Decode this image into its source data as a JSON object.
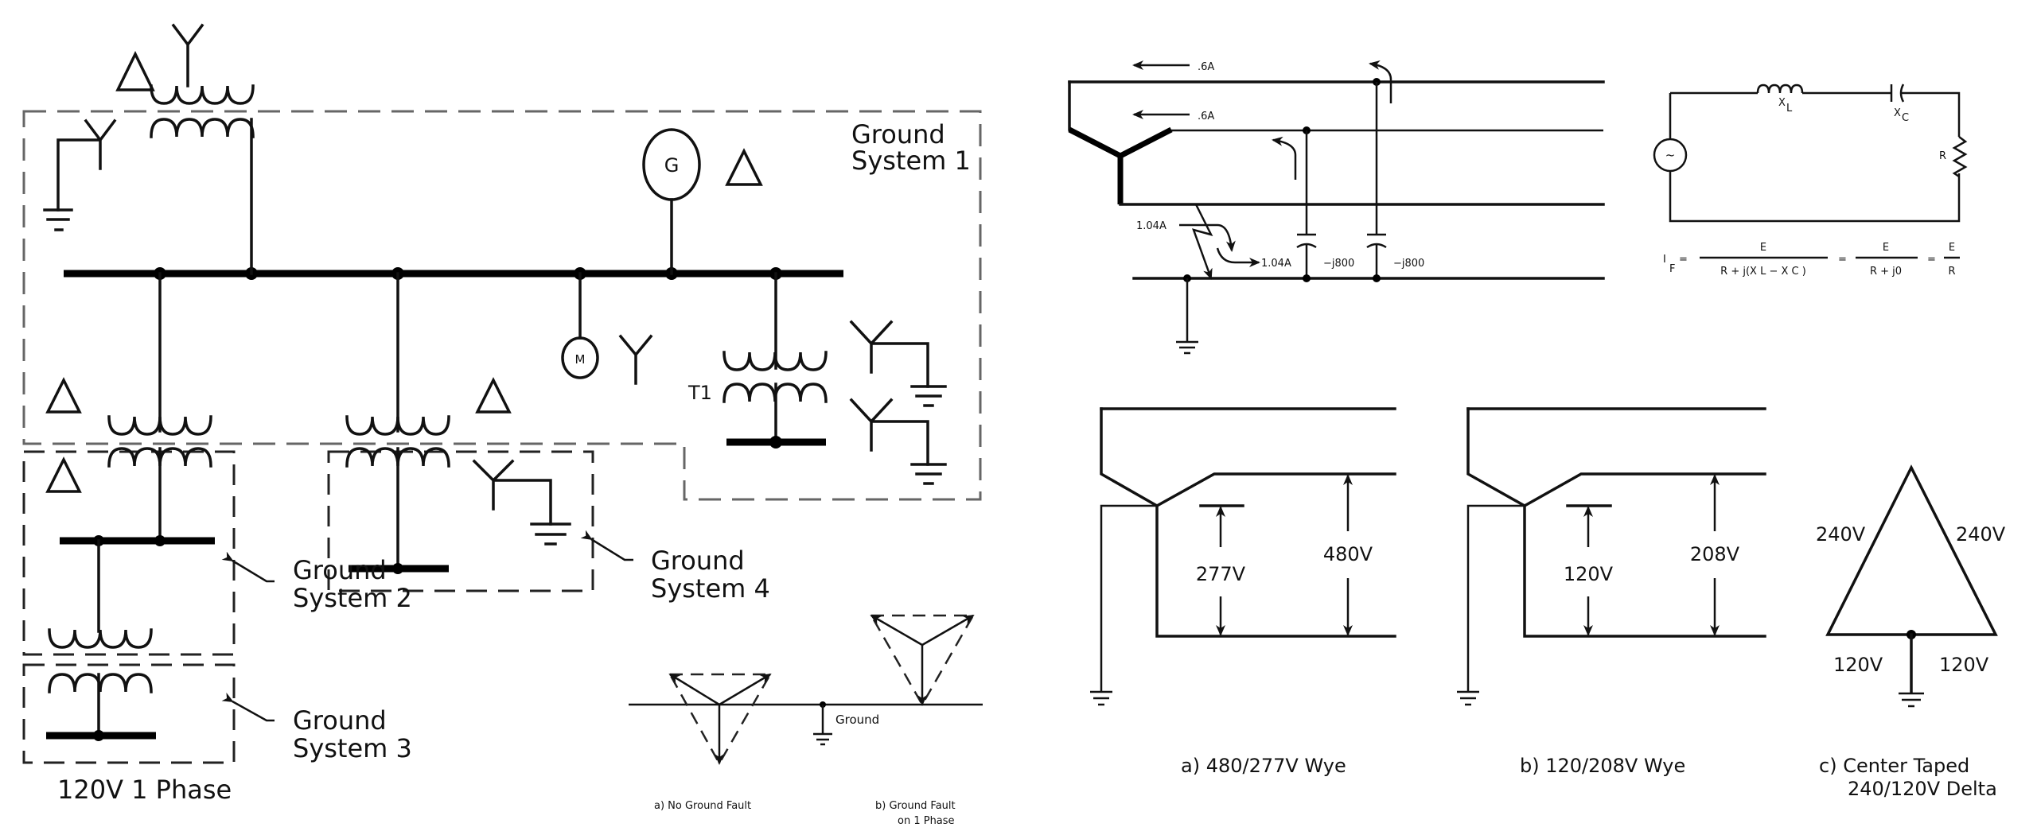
{
  "panel_ground_systems": {
    "ground_system_1": [
      "Ground",
      "System  1"
    ],
    "ground_system_2": [
      "Ground",
      "System  2"
    ],
    "ground_system_3": [
      "Ground",
      "System  3"
    ],
    "ground_system_4": [
      "Ground",
      "System  4"
    ],
    "generator_label": "G",
    "motor_label": "M",
    "transformer_label": "T1",
    "single_phase_label": "120V  1  Phase"
  },
  "panel_phasor": {
    "ground_label": "Ground",
    "caption_a": "a)  No  Ground  Fault",
    "caption_b_line1": "b)  Ground  Fault",
    "caption_b_line2": "on  1  Phase"
  },
  "panel_fault_current": {
    "current_top": ".6A",
    "current_mid": ".6A",
    "fault_in": "1.04A",
    "fault_out": "1.04A",
    "cap_1": "−j800",
    "cap_2": "−j800"
  },
  "panel_series_circuit": {
    "source_symbol": "~",
    "inductor_label": "X",
    "inductor_sub": "L",
    "capacitor_label": "X",
    "capacitor_sub": "C",
    "resistor_label": "R",
    "formula_lhs": "I",
    "formula_lhs_sub": "F",
    "eq": "=",
    "num1": "E",
    "den1": "R  +  j(X  L −  X  C )",
    "num2": "E",
    "den2": "R  +  j0",
    "num3": "E",
    "den3": "R"
  },
  "panel_wye_a": {
    "phase_voltage": "277V",
    "line_voltage": "480V",
    "caption": "a)  480/277V  Wye"
  },
  "panel_wye_b": {
    "phase_voltage": "120V",
    "line_voltage": "208V",
    "caption": "b)  120/208V  Wye"
  },
  "panel_delta_c": {
    "left_side": "240V",
    "right_side": "240V",
    "bottom_left": "120V",
    "bottom_right": "120V",
    "caption_line1": "c)  Center  Taped",
    "caption_line2": "240/120V  Delta"
  }
}
